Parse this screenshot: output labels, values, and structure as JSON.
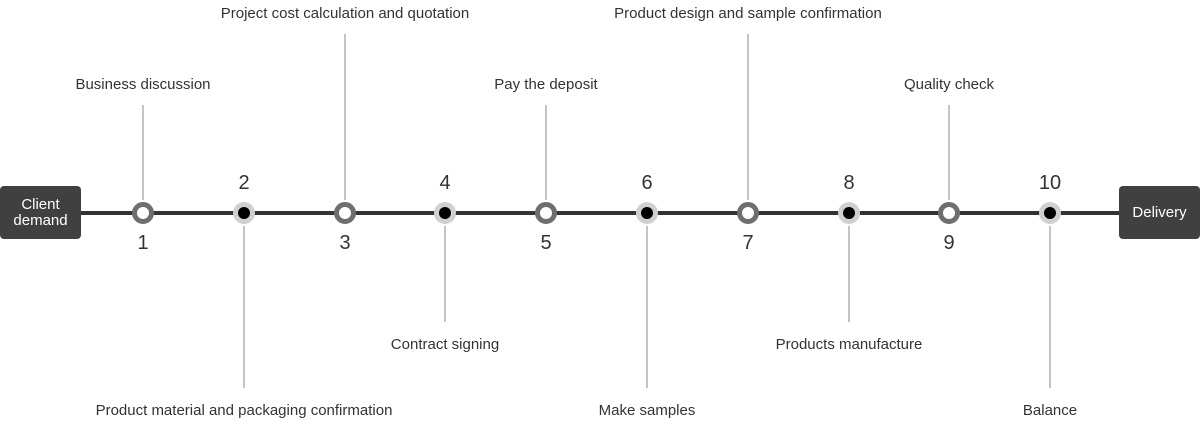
{
  "start_label": "Client demand",
  "end_label": "Delivery",
  "steps": [
    {
      "num": "1",
      "label": "Business discussion",
      "label_side": "above",
      "marker": "hollow"
    },
    {
      "num": "2",
      "label": "Product material and packaging confirmation",
      "label_side": "below",
      "marker": "filled"
    },
    {
      "num": "3",
      "label": "Project cost calculation and quotation",
      "label_side": "above",
      "marker": "hollow"
    },
    {
      "num": "4",
      "label": "Contract signing",
      "label_side": "below",
      "marker": "filled"
    },
    {
      "num": "5",
      "label": "Pay the deposit",
      "label_side": "above",
      "marker": "hollow"
    },
    {
      "num": "6",
      "label": "Make samples",
      "label_side": "below",
      "marker": "filled"
    },
    {
      "num": "7",
      "label": "Product design and sample confirmation",
      "label_side": "above",
      "marker": "hollow"
    },
    {
      "num": "8",
      "label": "Products manufacture",
      "label_side": "below",
      "marker": "filled"
    },
    {
      "num": "9",
      "label": "Quality check",
      "label_side": "above",
      "marker": "hollow"
    },
    {
      "num": "10",
      "label": "Balance",
      "label_side": "below",
      "marker": "filled"
    }
  ],
  "colors": {
    "line": "#333333",
    "box": "#404040",
    "connector": "#c4c4c4",
    "hollow_ring": "#6e6e6e",
    "filled_halo": "#d0d0d0",
    "filled_dot": "#000000"
  }
}
